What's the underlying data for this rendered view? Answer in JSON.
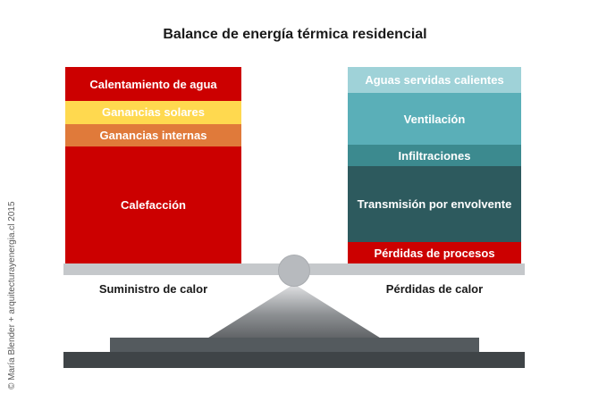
{
  "title": "Balance de energía térmica residencial",
  "supply": {
    "label": "Suministro de calor",
    "blocks": [
      {
        "label": "Calentamiento de agua",
        "share": 38,
        "color": "#cc0000"
      },
      {
        "label": "Ganancias solares",
        "share": 25,
        "color": "#ffd94f"
      },
      {
        "label": "Ganancias internas",
        "share": 25,
        "color": "#e07a3a"
      },
      {
        "label": "Calefacción",
        "share": 130,
        "color": "#cc0000"
      }
    ]
  },
  "losses": {
    "label": "Pérdidas de calor",
    "blocks": [
      {
        "label": "Aguas servidas calientes",
        "share": 29,
        "color": "#9fd2d8"
      },
      {
        "label": "Ventilación",
        "share": 58,
        "color": "#5aafb8"
      },
      {
        "label": "Infiltraciones",
        "share": 24,
        "color": "#3c8a8f"
      },
      {
        "label": "Transmisión por envolvente",
        "share": 85,
        "color": "#2d5a5e"
      },
      {
        "label": "Pérdidas de procesos",
        "share": 24,
        "color": "#cc0000"
      }
    ]
  },
  "credit": "© María Blender + arquitecturayenergia.cl 2015"
}
